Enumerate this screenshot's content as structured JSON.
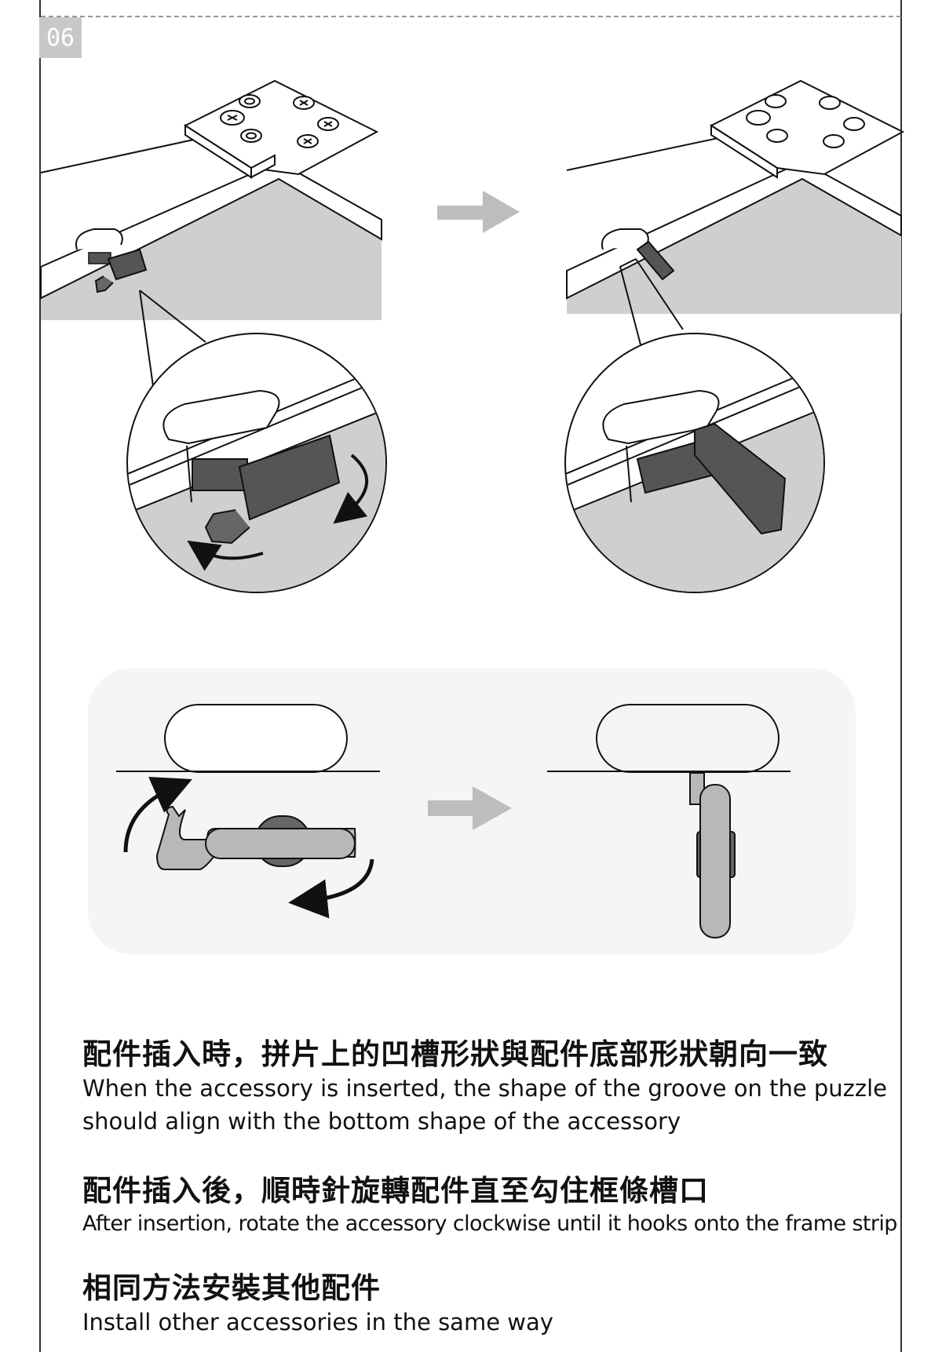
{
  "step": {
    "number": "06"
  },
  "instructions": [
    {
      "zh": "配件插入時，拼片上的凹槽形狀與配件底部形狀朝向一致",
      "en": "When the accessory is inserted, the shape of the groove on the puzzle should align with the bottom shape of the accessory"
    },
    {
      "zh": "配件插入後，順時針旋轉配件直至勾住框條槽口",
      "en": "After insertion, rotate the accessory clockwise until it hooks onto the frame strip"
    },
    {
      "zh": "相同方法安裝其他配件",
      "en": "Install other accessories in the same way"
    }
  ],
  "colors": {
    "panel_gray": "#cfcfcf",
    "part_dark": "#555555",
    "part_gray": "#b8b8b8",
    "arrow_gray": "#bdbdbd",
    "diagram_bg": "#f4f5f4"
  }
}
